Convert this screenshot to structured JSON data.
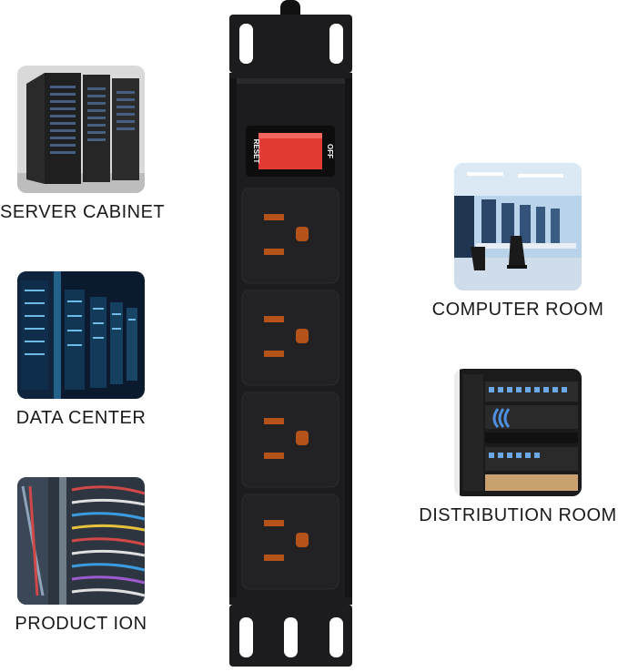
{
  "scenes": [
    {
      "id": "server-cabinet",
      "label": "SERVER CABINET",
      "icon": "server-cabinet-photo"
    },
    {
      "id": "data-center",
      "label": "DATA CENTER",
      "icon": "data-center-photo"
    },
    {
      "id": "production",
      "label": "PRODUCT ION",
      "icon": "cable-production-photo"
    },
    {
      "id": "computer-room",
      "label": "COMPUTER ROOM",
      "icon": "computer-room-photo"
    },
    {
      "id": "distribution-room",
      "label": "DISTRIBUTION ROOM",
      "icon": "distribution-rack-photo"
    }
  ],
  "power_strip": {
    "switch_label_left": "RESET",
    "switch_label_right": "OFF",
    "outlet_count": 4,
    "colors": {
      "body": "#1c1c1e",
      "switch": "#e23a34",
      "outlet_pin": "#b5521a"
    }
  }
}
